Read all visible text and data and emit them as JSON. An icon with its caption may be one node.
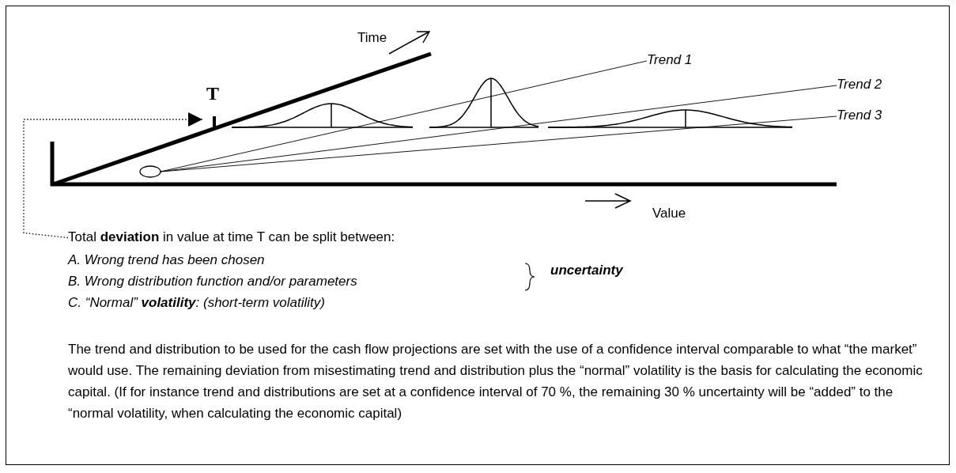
{
  "diagram": {
    "nodes": [
      {
        "text": [
          "Trend 1"
        ]
      },
      {
        "text": [
          "Trend 2"
        ]
      },
      {
        "text": [
          "T"
        ]
      },
      {
        "text": [
          "Trend 3"
        ]
      },
      {
        "text": [],
        "shape": "circle"
      },
      {
        "text": [
          "Total **deviation** in value at time T can be split between:"
        ]
      }
    ],
    "edges": [
      {
        "from": 4,
        "to": 0,
        "arrow": "none"
      },
      {
        "from": 4,
        "to": 1,
        "arrow": "none"
      },
      {
        "from": 4,
        "to": 3,
        "arrow": "none"
      },
      {
        "from": 5,
        "to": 2,
        "arrow": "to",
        "style": "dashed"
      }
    ],
    "labels": [
      "Time",
      "Value",
      "A. Wrong trend has been chosen",
      "B. Wrong distribution function and/or parameters",
      "uncertainty",
      "C. “Normal” **volatility**: (short-term volatility)",
      "The trend and distribution to be used for the cash flow projections are set with the use of a confidence interval comparable to what “the market” would use. The remaining deviation from misestimating trend and distribution plus the “normal” volatility is the basis for calculating the economic capital. (If for instance trend and distributions are set at a confidence interval of 70 %, the remaining 30 % uncertainty will be “added” to the “normal volatility, when calculating the economic capital)"
    ]
  }
}
